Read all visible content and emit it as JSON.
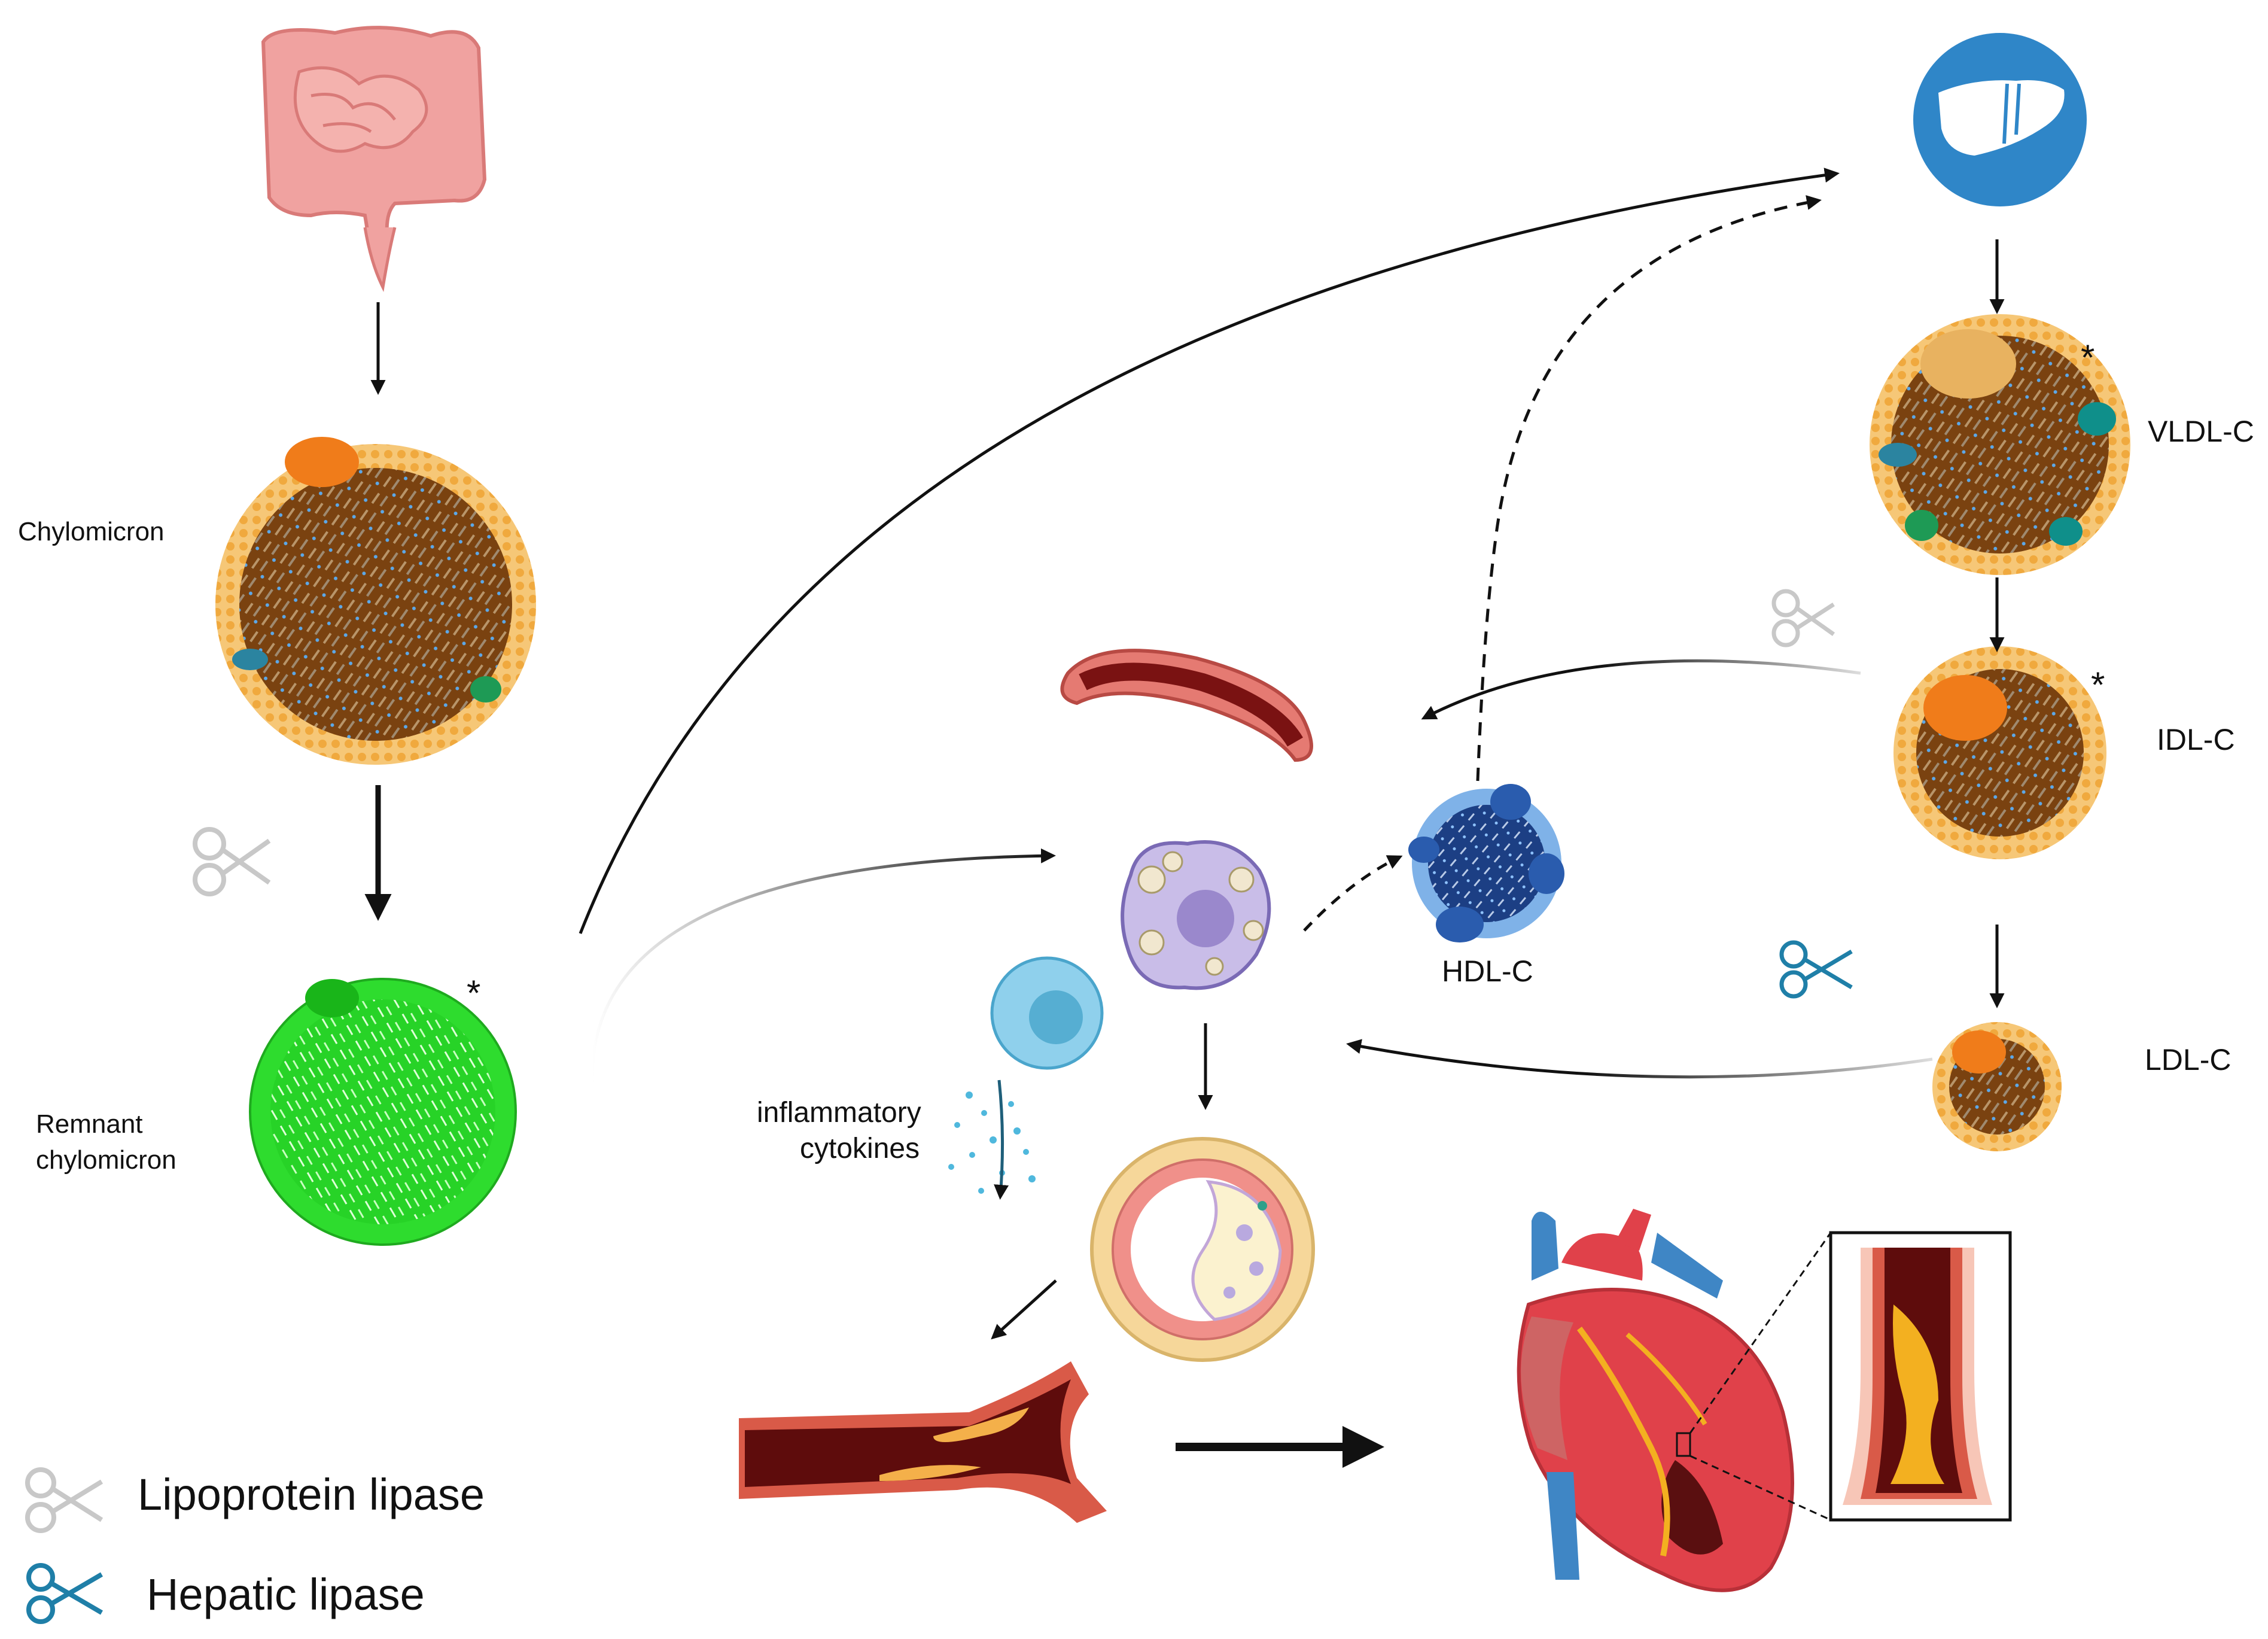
{
  "labels": {
    "chylomicron": "Chylomicron",
    "remnant_line1": "Remnant",
    "remnant_line2": "chylomicron",
    "vldl": "VLDL-C",
    "idl": "IDL-C",
    "ldl": "LDL-C",
    "hdl": "HDL-C",
    "cytokines_line1": "inflammatory",
    "cytokines_line2": "cytokines",
    "asterisk": "*"
  },
  "legend": {
    "lipoprotein_lipase": "Lipoprotein lipase",
    "hepatic_lipase": "Hepatic lipase"
  },
  "colors": {
    "arrow": "#111111",
    "lipoprotein_lipase_scissors": "#c8c8c8",
    "hepatic_lipase_scissors": "#1f7fa8",
    "liver_circle": "#2f86c8",
    "chylomicron_core": "#7a4210",
    "remnant_green": "#2edc2e",
    "hdl_blue": "#1f4f9a",
    "shell_orange": "#f2b45a"
  }
}
